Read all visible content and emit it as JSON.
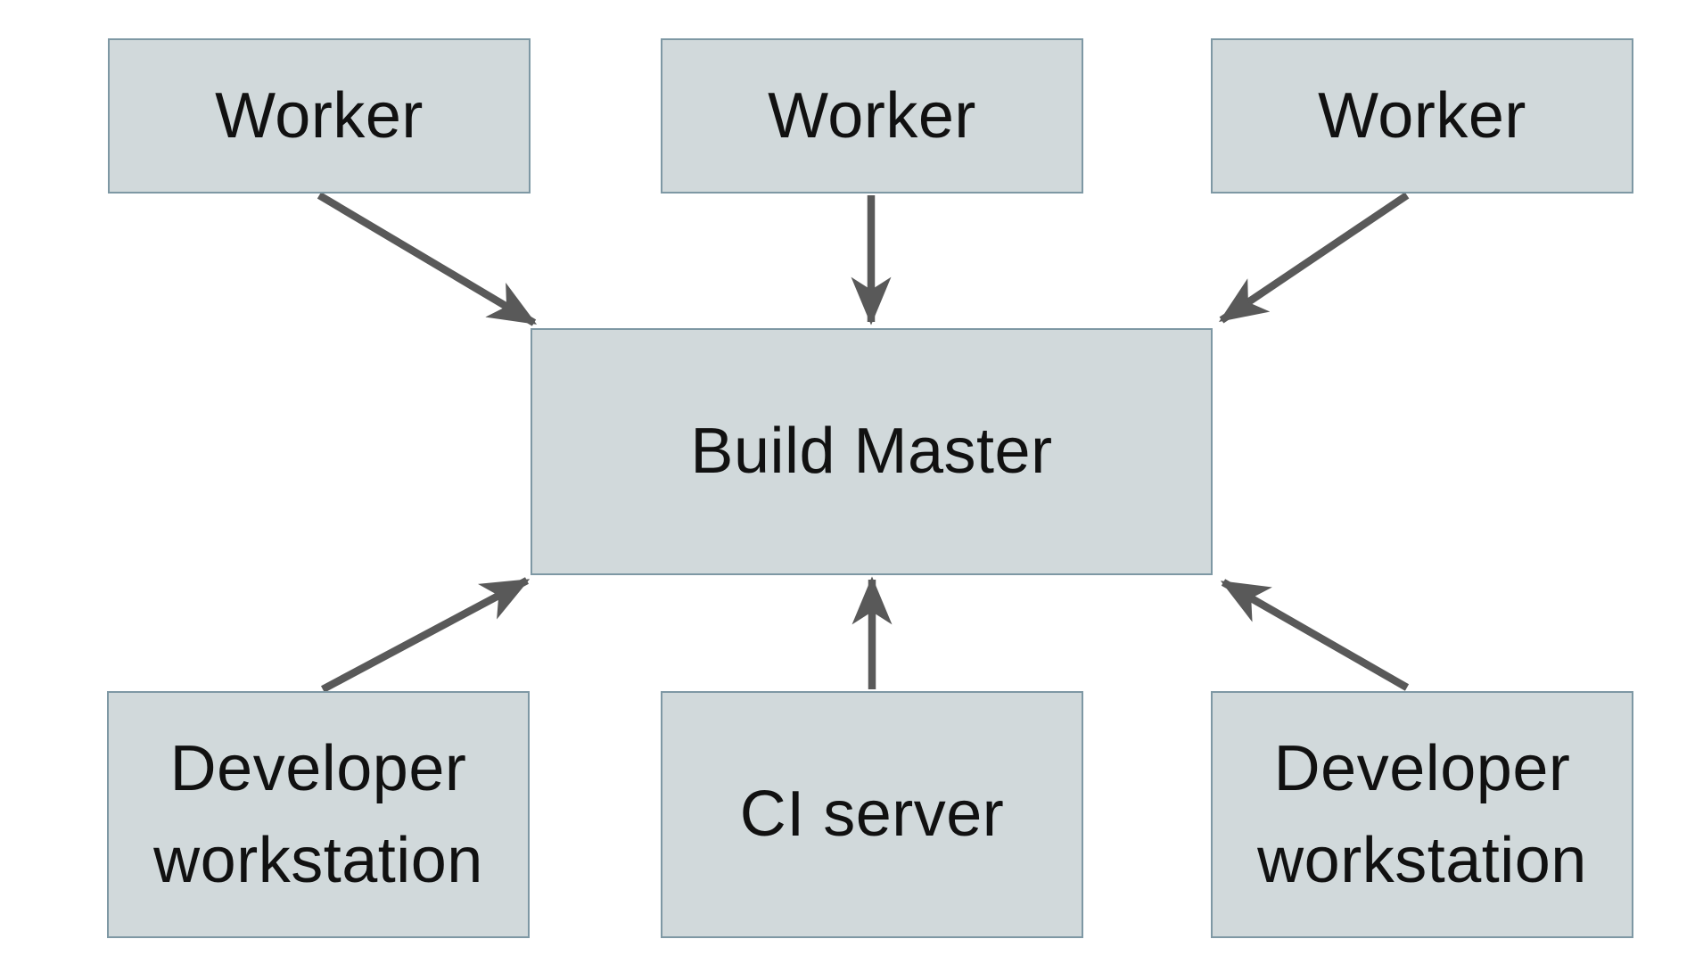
{
  "theme": {
    "background": "#ffffff",
    "box_fill": "#d1d9db",
    "box_border": "#7e98a4",
    "arrow_color": "#595959",
    "text_color": "#111111"
  },
  "diagram": {
    "type": "architecture-diagram",
    "nodes": {
      "worker1": {
        "label": "Worker"
      },
      "worker2": {
        "label": "Worker"
      },
      "worker3": {
        "label": "Worker"
      },
      "build_master": {
        "label": "Build Master"
      },
      "dev_workstation_left": {
        "label": "Developer workstation"
      },
      "ci_server": {
        "label": "CI server"
      },
      "dev_workstation_right": {
        "label": "Developer workstation"
      }
    },
    "edges": [
      {
        "from": "worker1",
        "to": "build_master",
        "direction": "down-right"
      },
      {
        "from": "worker2",
        "to": "build_master",
        "direction": "down"
      },
      {
        "from": "worker3",
        "to": "build_master",
        "direction": "down-left"
      },
      {
        "from": "dev_workstation_left",
        "to": "build_master",
        "direction": "up-right"
      },
      {
        "from": "ci_server",
        "to": "build_master",
        "direction": "up"
      },
      {
        "from": "dev_workstation_right",
        "to": "build_master",
        "direction": "up-left"
      }
    ]
  }
}
